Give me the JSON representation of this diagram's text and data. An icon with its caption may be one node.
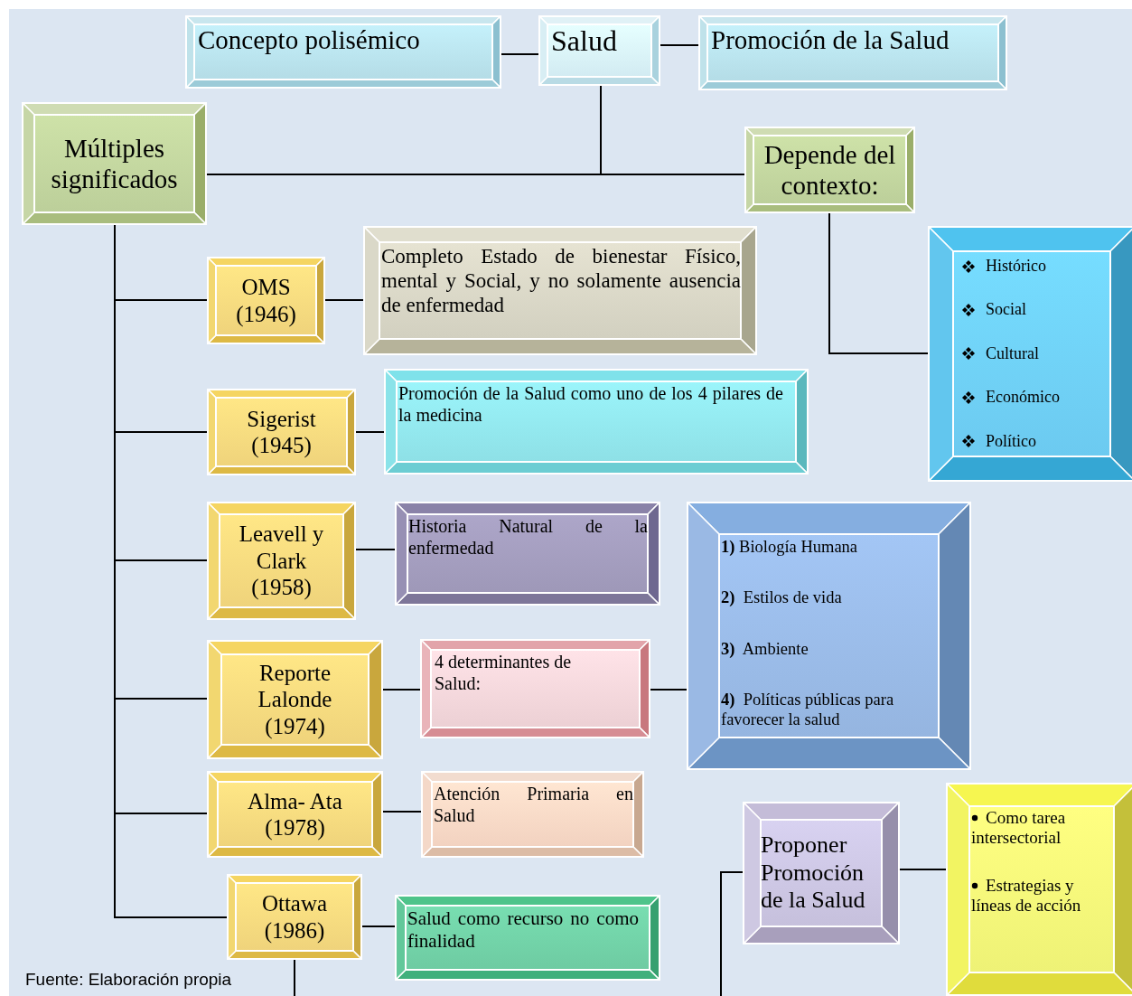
{
  "diagram": {
    "nodes": [
      {
        "text": [
          "Concepto polisémico"
        ]
      },
      {
        "text": [
          "Salud"
        ]
      },
      {
        "text": [
          "Promoción de la Salud"
        ]
      },
      {
        "text": [
          "Múltiples significados"
        ]
      },
      {
        "text": [
          "Depende del contexto:"
        ]
      },
      {
        "text": [
          "Histórico",
          "Social",
          "Cultural",
          "Económico",
          "Político"
        ]
      },
      {
        "text": [
          "OMS (1946)"
        ]
      },
      {
        "text": [
          "Completo Estado de bienestar Físico, mental y Social, y no solamente ausencia de enfermedad"
        ]
      },
      {
        "text": [
          "Sigerist (1945)"
        ]
      },
      {
        "text": [
          "Promoción de la Salud como uno de los 4 pilares de la medicina"
        ]
      },
      {
        "text": [
          "Leavell y Clark (1958)"
        ]
      },
      {
        "text": [
          "Historia Natural de la enfermedad"
        ]
      },
      {
        "text": [
          "Reporte Lalonde (1974)"
        ]
      },
      {
        "text": [
          "4 determinantes de Salud:"
        ]
      },
      {
        "text": [
          "**1)** Biología Humana",
          "**2)**  Estilos de vida",
          "**3)**  Ambiente",
          "**4)**  Políticas públicas para favorecer la salud"
        ]
      },
      {
        "text": [
          "Alma- Ata (1978)"
        ]
      },
      {
        "text": [
          "Atención Primaria en Salud"
        ]
      },
      {
        "text": [
          "Proponer Promoción de la Salud"
        ]
      },
      {
        "text": [
          "Como tarea intersectorial",
          "Estrategias y líneas de  acción"
        ]
      },
      {
        "text": [
          "Ottawa (1986)"
        ]
      },
      {
        "text": [
          "Salud como recurso no como finalidad"
        ]
      }
    ],
    "edges": [
      {
        "from": 0,
        "to": 1,
        "arrow": "none"
      },
      {
        "from": 1,
        "to": 2,
        "arrow": "none"
      },
      {
        "from": 1,
        "to": 3,
        "arrow": "none"
      },
      {
        "from": 1,
        "to": 4,
        "arrow": "none"
      },
      {
        "from": 4,
        "to": 5,
        "arrow": "none"
      },
      {
        "from": 3,
        "to": 6,
        "arrow": "none"
      },
      {
        "from": 3,
        "to": 8,
        "arrow": "none"
      },
      {
        "from": 3,
        "to": 10,
        "arrow": "none"
      },
      {
        "from": 3,
        "to": 12,
        "arrow": "none"
      },
      {
        "from": 3,
        "to": 15,
        "arrow": "none"
      },
      {
        "from": 3,
        "to": 19,
        "arrow": "none"
      },
      {
        "from": 6,
        "to": 7,
        "arrow": "none"
      },
      {
        "from": 8,
        "to": 9,
        "arrow": "none"
      },
      {
        "from": 10,
        "to": 11,
        "arrow": "none"
      },
      {
        "from": 12,
        "to": 13,
        "arrow": "none"
      },
      {
        "from": 13,
        "to": 14,
        "arrow": "none"
      },
      {
        "from": 15,
        "to": 16,
        "arrow": "none"
      },
      {
        "from": 19,
        "to": 20,
        "arrow": "none"
      },
      {
        "from": 17,
        "to": 18,
        "arrow": "none"
      },
      {
        "from": 19,
        "to": null,
        "arrow": "none"
      },
      {
        "from": 17,
        "to": null,
        "arrow": "none"
      }
    ],
    "labels": [
      "Fuente: Elaboración propia"
    ]
  }
}
